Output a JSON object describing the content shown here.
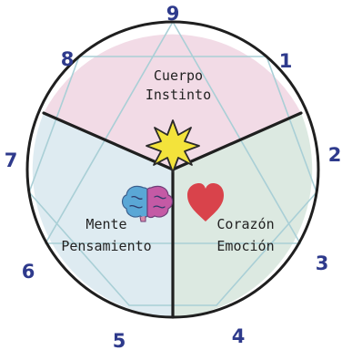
{
  "points": [
    "1",
    "2",
    "3",
    "4",
    "5",
    "6",
    "7",
    "8",
    "9"
  ],
  "centers": {
    "body": {
      "line1": "Cuerpo",
      "line2": "Instinto"
    },
    "heart": {
      "line1": "Corazón",
      "line2": "Emoción"
    },
    "head": {
      "line1": "Mente",
      "line2": "Pensamiento"
    }
  },
  "colors": {
    "body_fill": "#f2dbe6",
    "heart_fill": "#dce9e1",
    "head_fill": "#deebf1",
    "outline": "#1f1f1f",
    "digits": "#2e3a8c",
    "inner_lines": "#a9cfd6",
    "heart_icon": "#d9434b",
    "star": "#f3e33b"
  },
  "icons": {
    "body": "star-burst-icon",
    "heart": "heart-icon",
    "head": "brain-icon"
  }
}
